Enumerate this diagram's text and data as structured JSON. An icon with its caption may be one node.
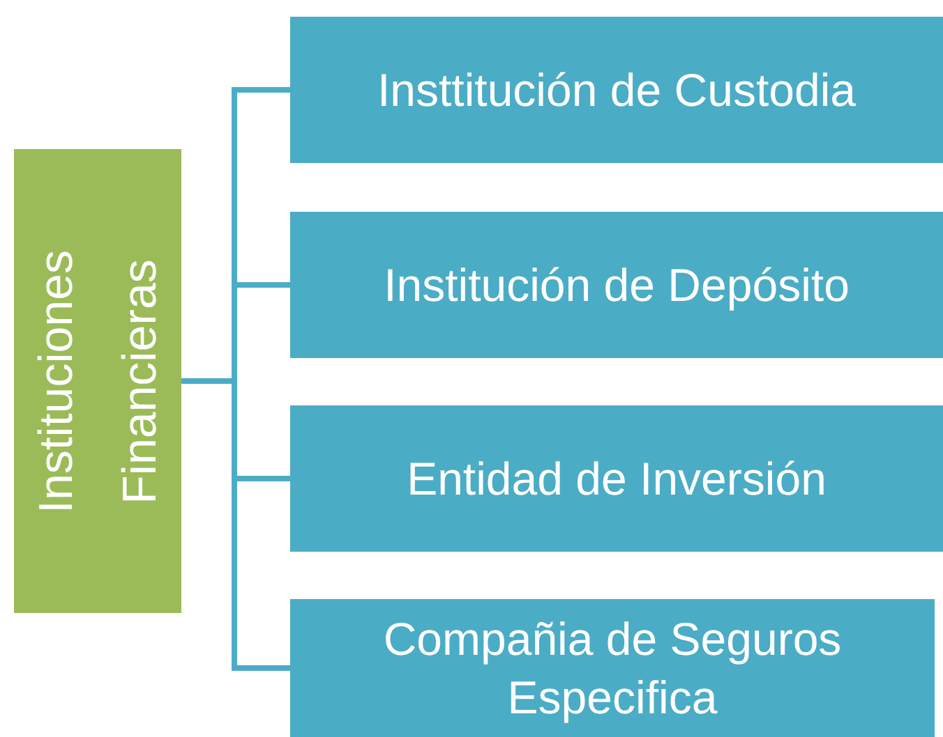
{
  "diagram": {
    "nodes": [
      {
        "text": [
          "Instituciones Financieras"
        ]
      },
      {
        "text": [
          "Insttitución de Custodia"
        ]
      },
      {
        "text": [
          "Institución de Depósito"
        ]
      },
      {
        "text": [
          "Entidad de Inversión"
        ]
      },
      {
        "text": [
          "Compañia de Seguros Especifica"
        ]
      }
    ],
    "edges": [
      {
        "from": 0,
        "to": 1,
        "arrow": "none"
      },
      {
        "from": 0,
        "to": 2,
        "arrow": "none"
      },
      {
        "from": 0,
        "to": 3,
        "arrow": "none"
      },
      {
        "from": 0,
        "to": 4,
        "arrow": "none"
      }
    ]
  }
}
